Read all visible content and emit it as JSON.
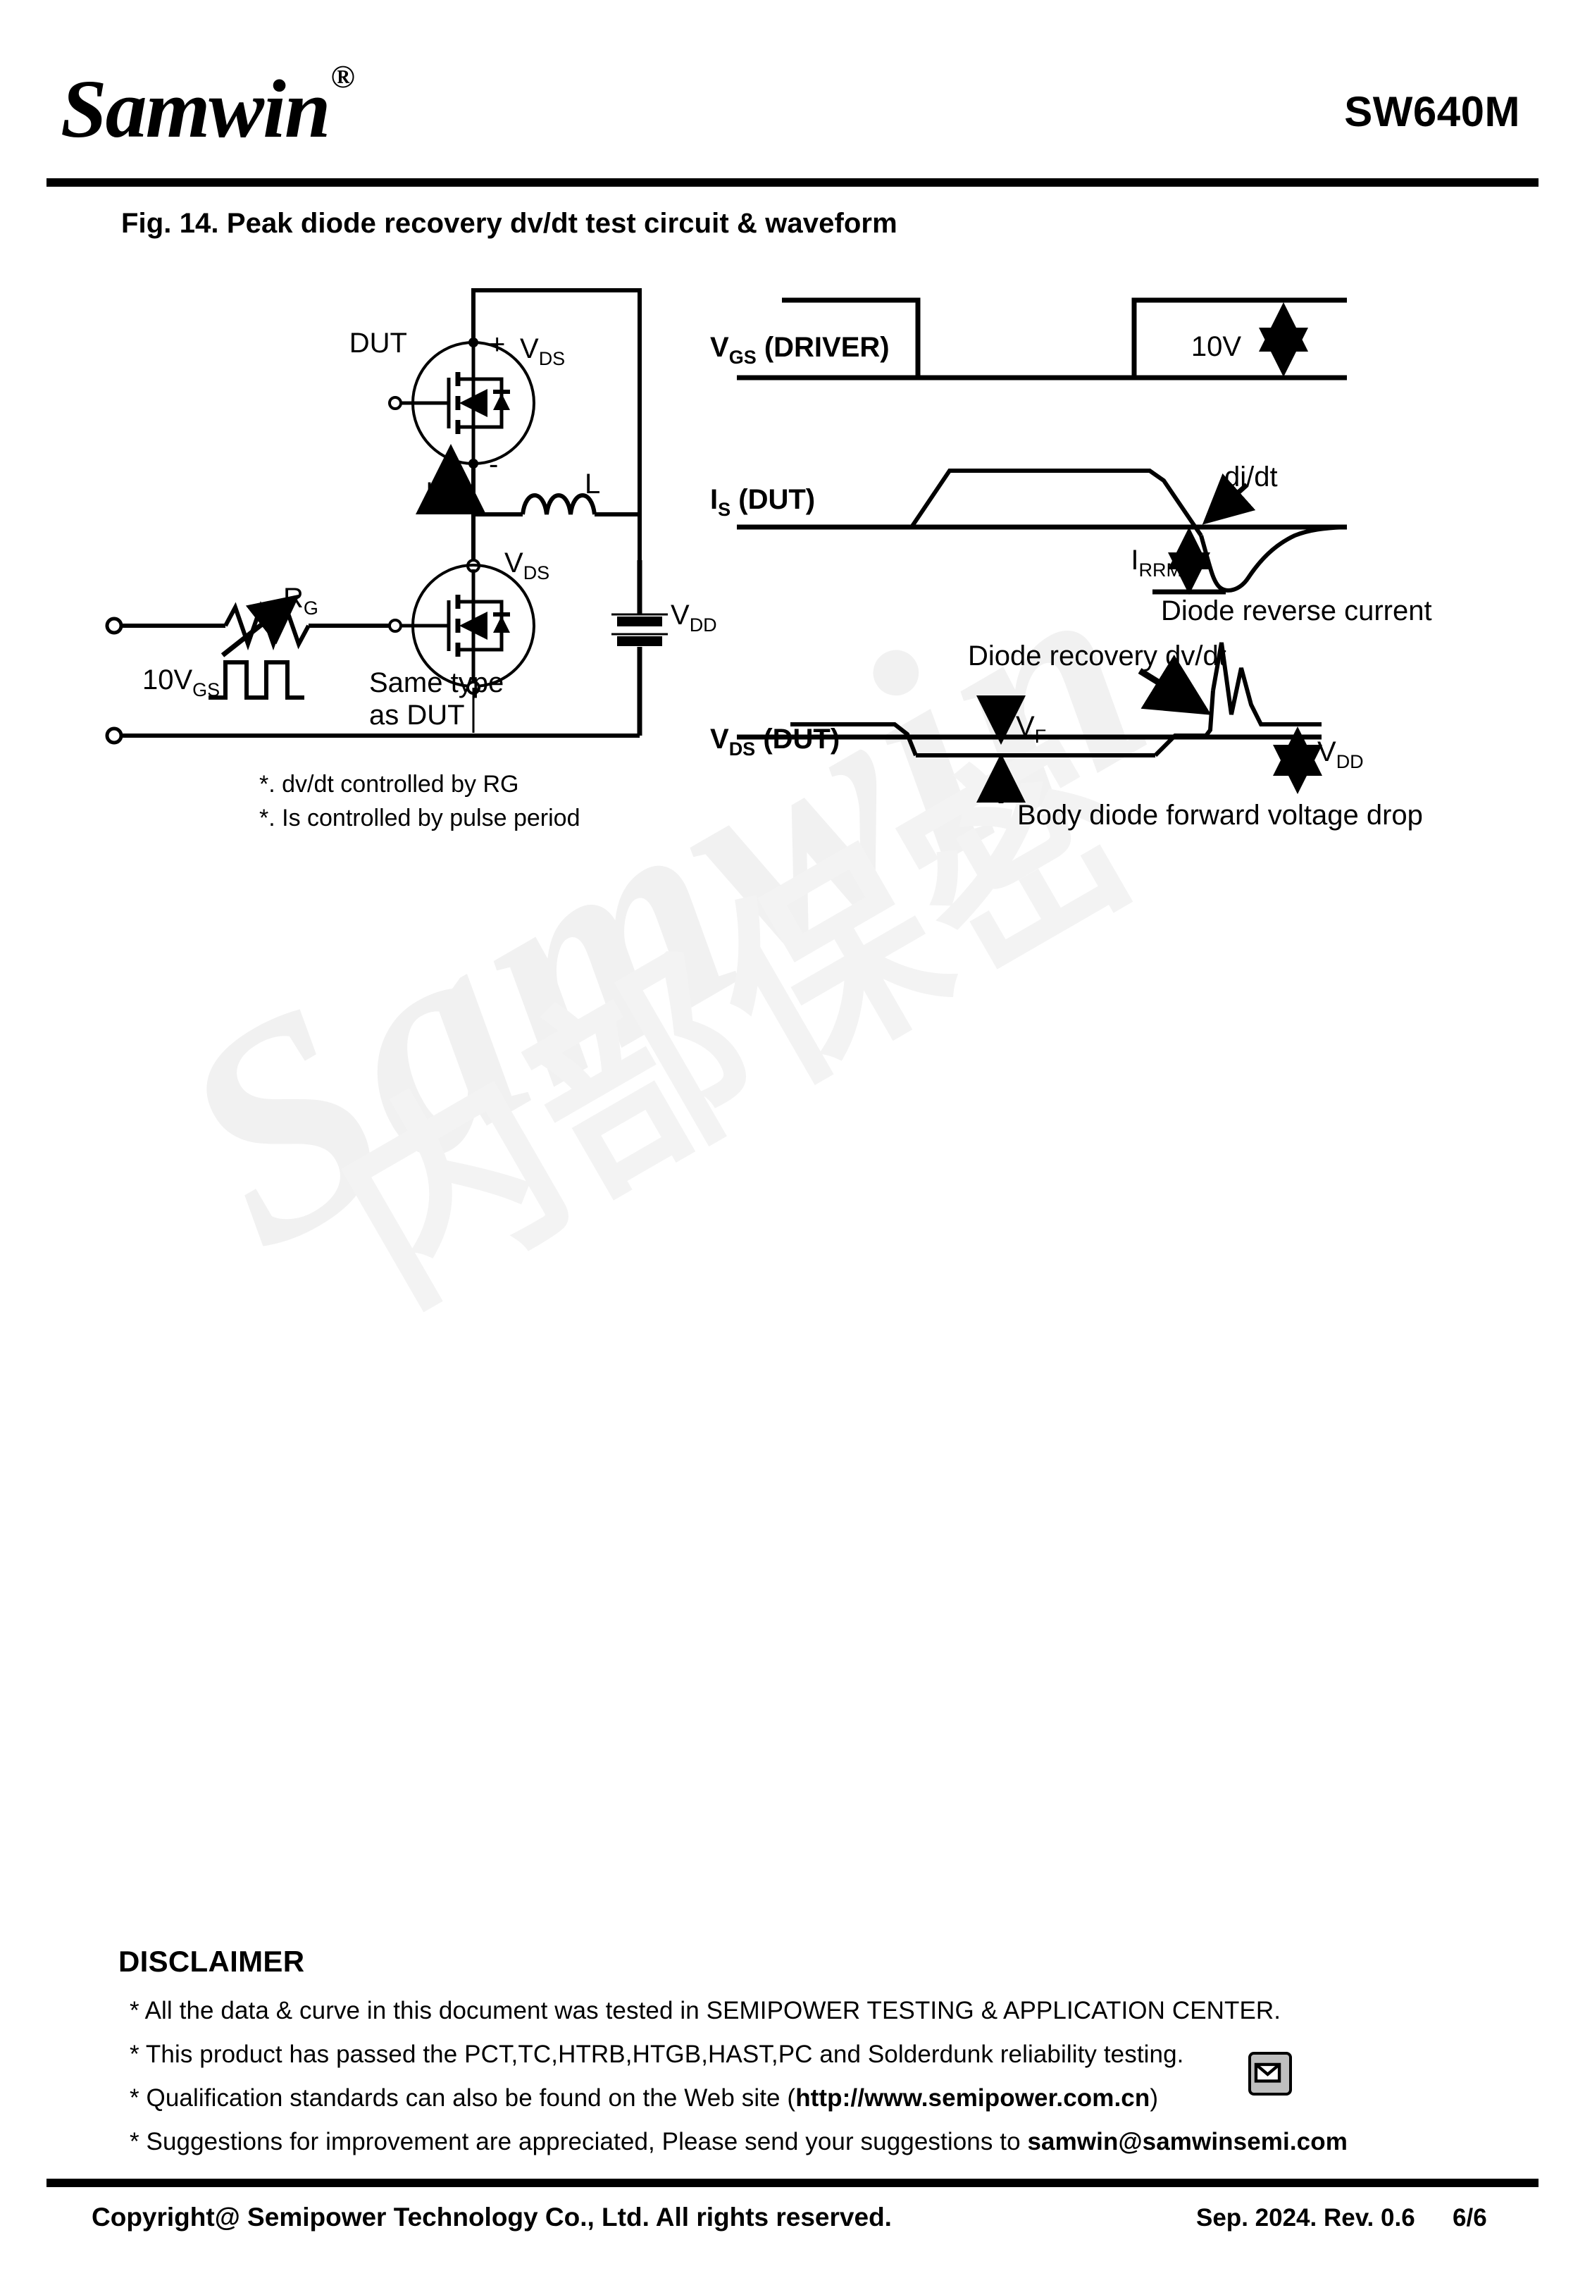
{
  "header": {
    "logo_text": "Samwin",
    "logo_registered": "®",
    "part_number": "SW640M"
  },
  "figure": {
    "title": "Fig. 14. Peak diode recovery dv/dt test circuit & waveform"
  },
  "circuit": {
    "dut_label": "DUT",
    "plus_sign": "+",
    "minus_sign": "-",
    "vds_top": "V",
    "vds_top_sub": "DS",
    "is_label": "I",
    "is_label_sub": "S",
    "inductor_label": "L",
    "vds_bottom": "V",
    "vds_bottom_sub": "DS",
    "rg_label": "R",
    "rg_label_sub": "G",
    "vgs_source": "10V",
    "vgs_source_sub": "GS",
    "same_type_line1": "Same type",
    "same_type_line2": "as DUT",
    "vdd_label": "V",
    "vdd_label_sub": "DD",
    "note1": "*. dv/dt controlled by RG",
    "note2": "*. Is controlled by pulse period"
  },
  "waveforms": {
    "vgs_driver_label": "V",
    "vgs_driver_sub": "GS",
    "vgs_driver_rest": " (DRIVER)",
    "amplitude_10v": "10V",
    "is_dut_label": "I",
    "is_dut_sub": "S",
    "is_dut_rest": " (DUT)",
    "didt_label": "di/dt",
    "irrm_label": "I",
    "irrm_sub": "RRM",
    "diode_reverse_current": "Diode reverse current",
    "diode_recovery_dvdt": "Diode recovery dv/dt",
    "vds_dut_label": "V",
    "vds_dut_sub": "DS",
    "vds_dut_rest": " (DUT)",
    "vf_label": "V",
    "vf_sub": "F",
    "vdd_label": "V",
    "vdd_sub": "DD",
    "body_diode_note": "Body diode forward voltage drop"
  },
  "watermark": {
    "brand": "Samwin",
    "chinese": "内部保密"
  },
  "disclaimer": {
    "heading": "DISCLAIMER",
    "line1": "* All the data & curve in this document was tested in SEMIPOWER TESTING & APPLICATION CENTER.",
    "line2": "* This product has passed the PCT,TC,HTRB,HTGB,HAST,PC and Solderdunk reliability testing.",
    "line3_pre": "* Qualification standards can also be found on the Web site (",
    "line3_url": "http://www.semipower.com.cn",
    "line3_post": ")",
    "line4_pre": "* Suggestions for improvement are appreciated, Please send your suggestions to ",
    "line4_email": "samwin@samwinsemi.com",
    "mail_icon": "envelope-icon"
  },
  "footer": {
    "copyright": "Copyright@ Semipower Technology Co., Ltd. All rights reserved.",
    "revision": "Sep. 2024. Rev. 0.6",
    "page": "6/6"
  },
  "colors": {
    "ink": "#000000",
    "watermark": "#f1f1f1",
    "mail_icon_bg": "#bfbfbf"
  }
}
